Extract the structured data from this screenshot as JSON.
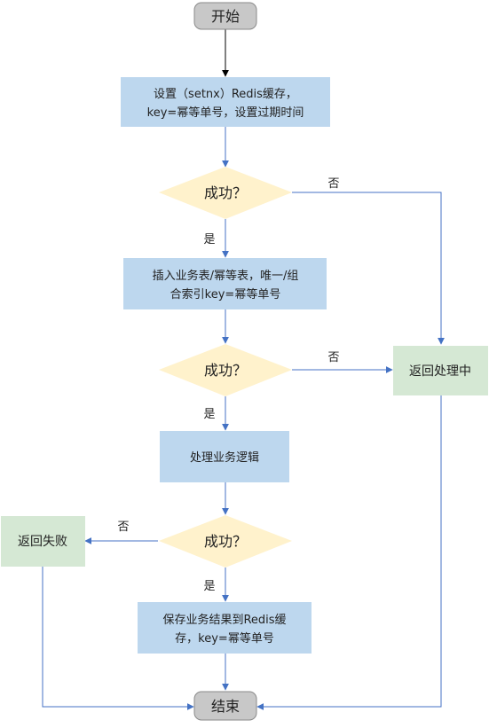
{
  "nodes": {
    "start": {
      "label": "开始"
    },
    "set_cache": {
      "line1": "设置（setnx）Redis缓存，",
      "line2": "key=幂等单号，设置过期时间"
    },
    "decision1": {
      "label": "成功？"
    },
    "insert_table": {
      "line1": "插入业务表/幂等表，唯一/组",
      "line2": "合索引key=幂等单号"
    },
    "decision2": {
      "label": "成功？"
    },
    "process": {
      "label": "处理业务逻辑"
    },
    "decision3": {
      "label": "成功？"
    },
    "save_result": {
      "line1": "保存业务结果到Redis缓",
      "line2": "存，key=幂等单号"
    },
    "end": {
      "label": "结束"
    },
    "return_processing": {
      "label": "返回处理中"
    },
    "return_fail": {
      "label": "返回失败"
    }
  },
  "edges": {
    "yes1": "是",
    "no1": "否",
    "yes2": "是",
    "no2": "否",
    "yes3": "是",
    "no3": "否"
  },
  "colors": {
    "terminal_fill": "#c8c8c8",
    "terminal_stroke": "#8a8a8a",
    "process_fill": "#bdd7ee",
    "decision_fill": "#fff2cc",
    "result_fill": "#d5e8d4",
    "arrow": "#4472c4",
    "arrow_start": "#000000"
  }
}
